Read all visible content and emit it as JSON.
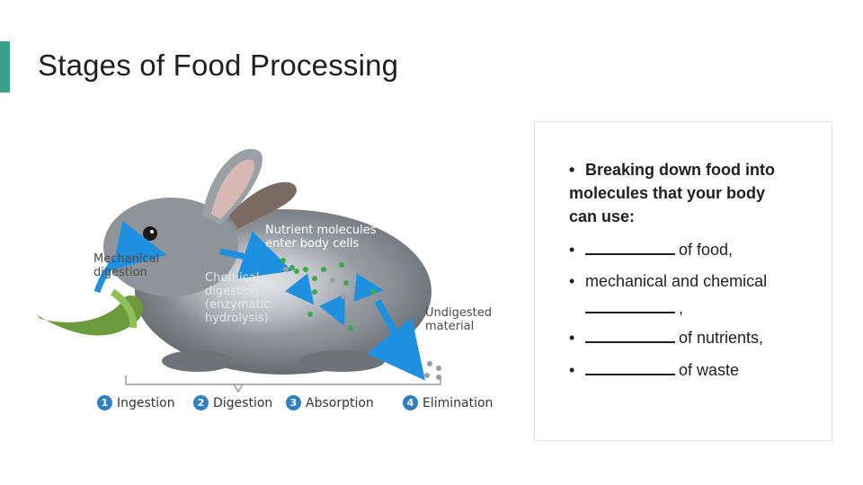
{
  "slide": {
    "title": "Stages of Food Processing",
    "accent_color": "#3aa08a"
  },
  "figure": {
    "labels": {
      "mechanical": [
        "Mechanical",
        "digestion"
      ],
      "nutrient": [
        "Nutrient molecules",
        "enter body cells"
      ],
      "chemical": [
        "Chemical",
        "digestion",
        "(enzymatic",
        "hydrolysis)"
      ],
      "undigested": [
        "Undigested",
        "material"
      ]
    },
    "stages": [
      {
        "num": "1",
        "label": "Ingestion"
      },
      {
        "num": "2",
        "label": "Digestion"
      },
      {
        "num": "3",
        "label": "Absorption"
      },
      {
        "num": "4",
        "label": "Elimination"
      }
    ],
    "arrow_color": "#1f8fe0"
  },
  "content": {
    "lead": [
      "Breaking down food into",
      "molecules that your body",
      "can use:"
    ],
    "lead_bullet": "•",
    "items": [
      {
        "bullet": "•",
        "suffix": "of food,"
      },
      {
        "bullet": "•",
        "text": "mechanical and chemical",
        "suffix": ","
      },
      {
        "bullet": "•",
        "suffix": "of nutrients,"
      },
      {
        "bullet": "•",
        "suffix": "of waste"
      }
    ]
  }
}
